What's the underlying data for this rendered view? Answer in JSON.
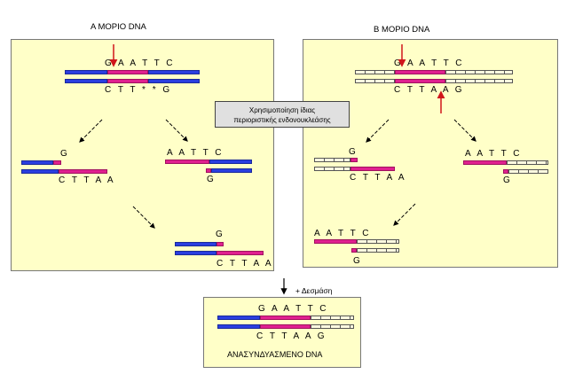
{
  "titles": {
    "a_molecule": "A ΜΟΡΙΟ DNA",
    "b_molecule": "B ΜΟΡΙΟ DNA"
  },
  "center_note": {
    "line1": "Χρησιμοποίηση ίδιας",
    "line2": "περιοριστικής ενδονουκλεάσης"
  },
  "sequences": {
    "top_site": "G A A T T C",
    "a_bottom_site": "C T T * * G",
    "b_bottom_site": "C T T A A G",
    "g": "G",
    "aattc": "A A T T C",
    "cttaa": "C T T A A"
  },
  "ligation_label": "+ Δεσμάση",
  "result_label": "ΑΝΑΣΥΝΔΥΑΣΜΕΝΟ DNA",
  "colors": {
    "panel_bg": "#ffffc8",
    "a_dna": "#2a3ee0",
    "site": "#e0208f",
    "b_dna_outline": "#555555",
    "arrow": "#d0151b"
  }
}
